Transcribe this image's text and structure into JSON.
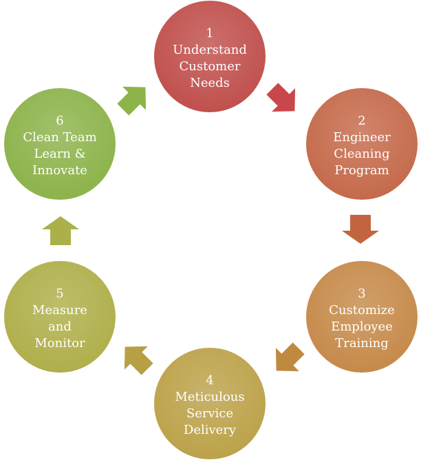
{
  "steps": [
    {
      "number": "1",
      "lines": [
        "Understand",
        "Customer",
        "Needs"
      ],
      "color": "#c0504d"
    },
    {
      "number": "2",
      "lines": [
        "Engineer",
        "Cleaning",
        "Program"
      ],
      "color": "#c56a4b"
    },
    {
      "number": "3",
      "lines": [
        "Customize",
        "Employee",
        "Training"
      ],
      "color": "#c68a4a"
    },
    {
      "number": "4",
      "lines": [
        "Meticulous",
        "Service",
        "Delivery"
      ],
      "color": "#bca24a"
    },
    {
      "number": "5",
      "lines": [
        "Measure",
        "and",
        "Monitor"
      ],
      "color": "#afaf4b"
    },
    {
      "number": "6",
      "lines": [
        "Clean Team",
        "Learn &",
        "Innovate"
      ],
      "color": "#8db34b"
    }
  ],
  "arrows": [
    {
      "from": "1",
      "to": "2",
      "direction": "down-right",
      "color": "#c9474a"
    },
    {
      "from": "2",
      "to": "3",
      "direction": "down",
      "color": "#c2653f"
    },
    {
      "from": "3",
      "to": "4",
      "direction": "down-left",
      "color": "#c08a3e"
    },
    {
      "from": "4",
      "to": "5",
      "direction": "up-left",
      "color": "#b7a043"
    },
    {
      "from": "5",
      "to": "6",
      "direction": "up",
      "color": "#abb04a"
    },
    {
      "from": "6",
      "to": "1",
      "direction": "up-right",
      "color": "#8cb449"
    }
  ]
}
